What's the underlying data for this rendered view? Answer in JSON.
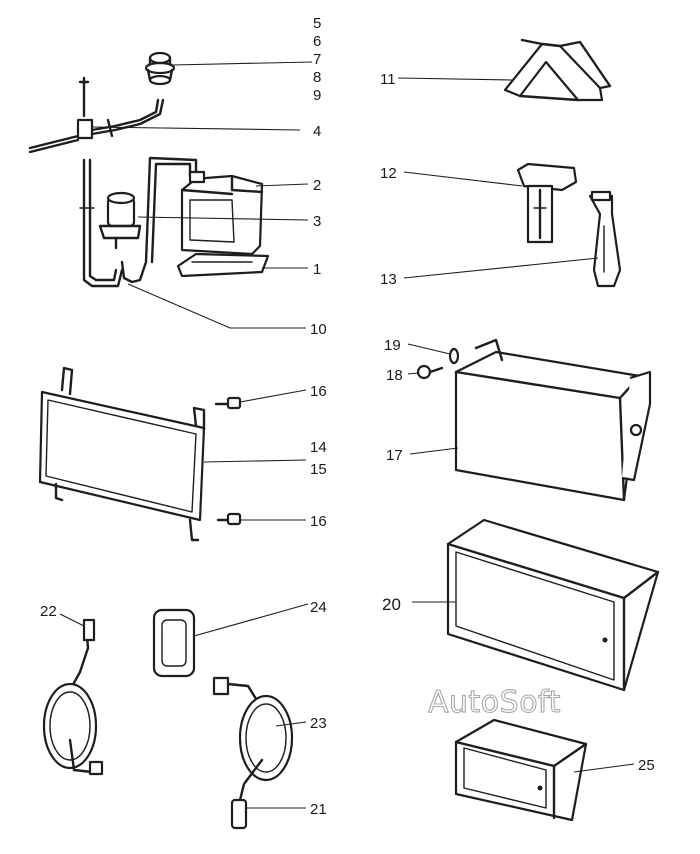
{
  "labels": {
    "l1": "1",
    "l2": "2",
    "l3": "3",
    "l4": "4",
    "l5": "5",
    "l6": "6",
    "l7": "7",
    "l8": "8",
    "l9": "9",
    "l10": "10",
    "l11": "11",
    "l12": "12",
    "l13": "13",
    "l14": "14",
    "l15": "15",
    "l16a": "16",
    "l16b": "16",
    "l17": "17",
    "l18": "18",
    "l19": "19",
    "l20": "20",
    "l21": "21",
    "l22": "22",
    "l23": "23",
    "l24": "24",
    "l25": "25"
  },
  "watermark": "AutoSoft"
}
